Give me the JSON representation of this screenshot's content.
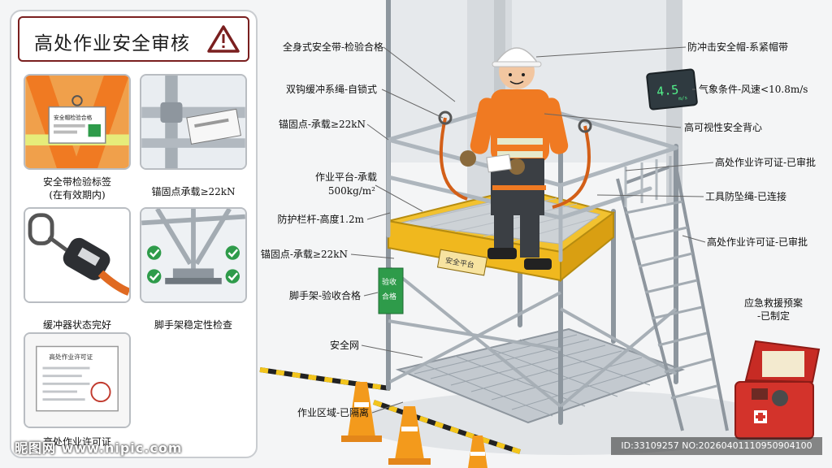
{
  "panel": {
    "title": "高处作业安全审核",
    "cards": [
      {
        "caption_line1": "安全带检验标签",
        "caption_line2": "(在有效期内)",
        "tag_text": "安全帽检验合格"
      },
      {
        "caption_line1": "锚固点承载≥22kN",
        "caption_line2": "",
        "tag_text": ""
      },
      {
        "caption_line1": "缓冲器状态完好",
        "caption_line2": "",
        "tag_text": ""
      },
      {
        "caption_line1": "脚手架稳定性检查",
        "caption_line2": "",
        "tag_text": ""
      },
      {
        "caption_line1": "高处作业许可证",
        "caption_line2": "",
        "tag_text": "高处作业许可证"
      }
    ]
  },
  "labels": {
    "harness": "全身式安全带-检验合格",
    "lanyard": "双钩缓冲系绳-自锁式",
    "anchor_top": "锚固点-承载≥22kN",
    "platform_1": "作业平台-承载",
    "platform_2": "500kg/m²",
    "guardrail": "防护栏杆-高度1.2m",
    "anchor_mid": "锚固点-承载≥22kN",
    "scaffold": "脚手架-验收合格",
    "safety_net": "安全网",
    "area": "作业区域-已隔离",
    "helmet": "防冲击安全帽-系紧帽带",
    "weather": "气象条件-风速<10.8m/s",
    "vest": "高可视性安全背心",
    "permit_top": "高处作业许可证-已审批",
    "tool_rope": "工具防坠绳-已连接",
    "permit_mid": "高处作业许可证-已审批",
    "rescue_1": "应急救援预案",
    "rescue_2": "-已制定"
  },
  "wind_display": "4.5",
  "wind_unit": "m/s",
  "platform_sign": "安全平台",
  "green_sign_1": "验收",
  "green_sign_2": "合格",
  "watermark": "昵图网 www.nipic.com",
  "id_text": "ID:33109257 NO:20260401110950904100",
  "colors": {
    "accent_red": "#7a1f1f",
    "scaffold_gray": "#9aa3ab",
    "platform_yellow": "#f2c230",
    "vest_orange": "#f07a22",
    "kit_red": "#d3332b",
    "sign_green": "#2e9b4a"
  }
}
